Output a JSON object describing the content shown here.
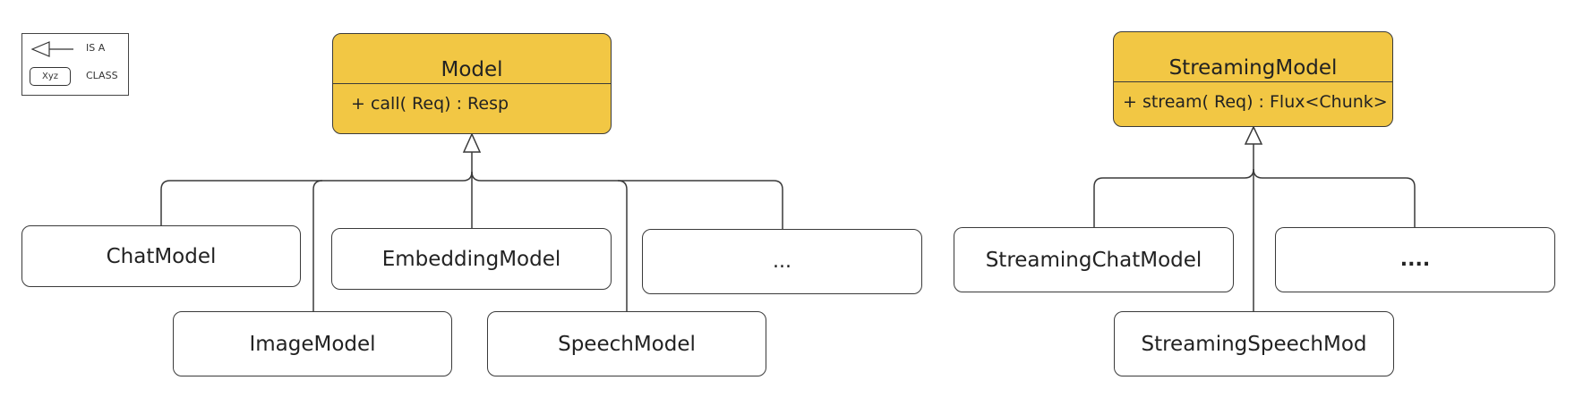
{
  "legend": {
    "is_a_label": "IS A",
    "class_example": "Xyz",
    "class_label": "CLASS"
  },
  "model": {
    "name": "Model",
    "method": "+ call( Req) : Resp",
    "children": [
      "ChatModel",
      "EmbeddingModel",
      "...",
      "ImageModel",
      "SpeechModel"
    ]
  },
  "streaming_model": {
    "name": "StreamingModel",
    "method": "+ stream( Req) : Flux<Chunk>",
    "children": [
      "StreamingChatModel",
      "....",
      "StreamingSpeechMod"
    ]
  },
  "colors": {
    "class_fill": "#f2c744",
    "stroke": "#3a3a3a",
    "background": "#ffffff"
  }
}
